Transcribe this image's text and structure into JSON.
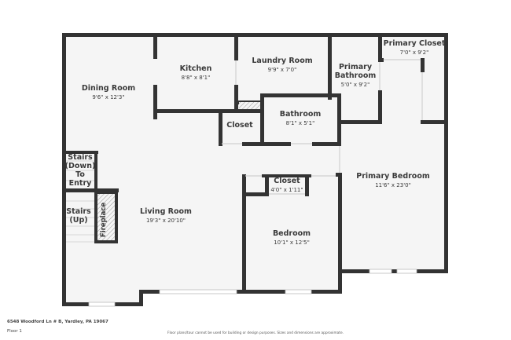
{
  "floorplan": {
    "rooms": [
      {
        "id": "dining-room",
        "name": "Dining Room",
        "dims": "9'6\" x 12'3\""
      },
      {
        "id": "kitchen",
        "name": "Kitchen",
        "dims": "8'8\" x 8'1\""
      },
      {
        "id": "laundry-room",
        "name": "Laundry Room",
        "dims": "9'9\" x 7'0\""
      },
      {
        "id": "primary-bathroom",
        "name": "Primary\nBathroom",
        "name_line1": "Primary",
        "name_line2": "Bathroom",
        "dims": "5'0\" x 9'2\""
      },
      {
        "id": "primary-closet",
        "name": "Primary Closet",
        "dims": "7'0\" x 9'2\""
      },
      {
        "id": "closet-hall",
        "name": "Closet",
        "dims": ""
      },
      {
        "id": "bathroom",
        "name": "Bathroom",
        "dims": "8'1\" x 5'1\""
      },
      {
        "id": "primary-bedroom",
        "name": "Primary Bedroom",
        "dims": "11'6\" x 23'0\""
      },
      {
        "id": "closet-bedroom",
        "name": "Closet",
        "dims": "4'0\" x 1'11\""
      },
      {
        "id": "living-room",
        "name": "Living Room",
        "dims": "19'3\" x 20'10\""
      },
      {
        "id": "bedroom",
        "name": "Bedroom",
        "dims": "10'1\" x 12'5\""
      }
    ],
    "stairs_down": {
      "line1": "Stairs",
      "line2": "(Down)",
      "line3": "To",
      "line4": "Entry"
    },
    "stairs_up": {
      "line1": "Stairs",
      "line2": "(Up)"
    },
    "fireplace": "Fireplace",
    "colors": {
      "wall": "#333333",
      "floor": "#f5f5f5",
      "text": "#3a3a3a",
      "hatch": "#9a9a9a"
    }
  },
  "footer": {
    "address": "6548 Woodford Ln # B, Yardley, PA 19067",
    "floor": "Floor 1",
    "disclaimer": "Floor plans/tour cannot be used for building or design purposes. Sizes and dimensions are approximate."
  }
}
